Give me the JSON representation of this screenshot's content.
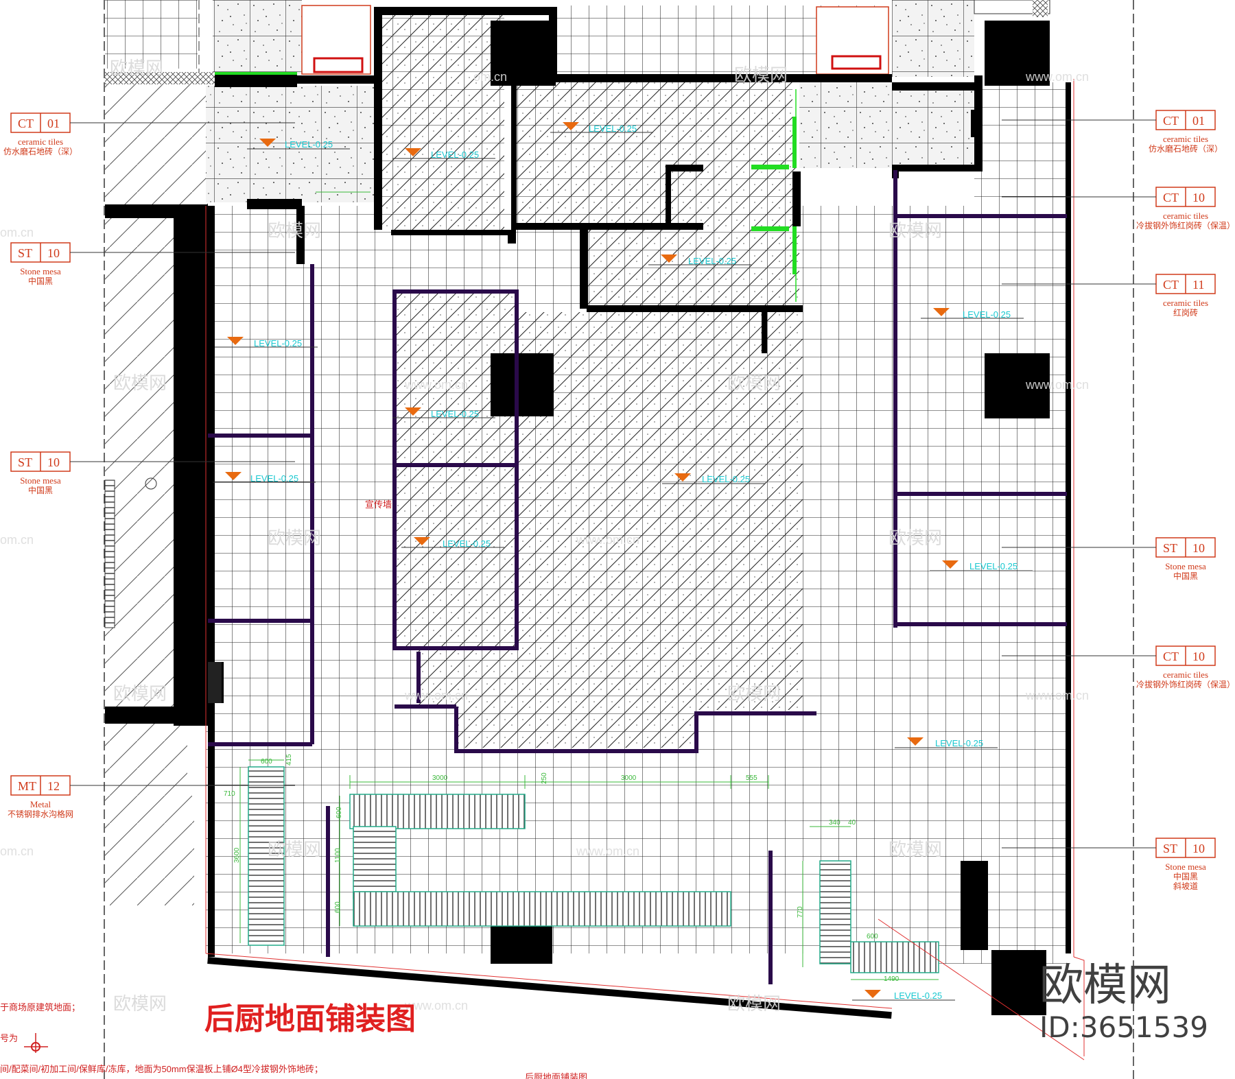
{
  "title": "后厨地面铺装图",
  "title_below": "后厨地面铺装图",
  "brand": {
    "name": "欧模网",
    "id": "ID:3651539"
  },
  "watermarks": {
    "site": "欧模网",
    "url": "www.om.cn",
    "url_partial": "om.cn"
  },
  "notes": {
    "line1": "于商场原建筑地面；",
    "line2": "号为",
    "line3": "间/配菜间/初加工间/保鲜库/冻库，地面为50mm保温板上铺Ø4型冷拔钢外饰地砖；"
  },
  "floor_level": "LEVEL-0.25",
  "room_label": "宣传墙",
  "dimensions": [
    "600",
    "415",
    "710",
    "3600",
    "3000",
    "3000",
    "250",
    "555",
    "600",
    "1100",
    "600",
    "340",
    "40",
    "770",
    "600",
    "1490"
  ],
  "callouts_left": [
    {
      "code": "CT",
      "num": "01",
      "en": "ceramic tiles",
      "cn": "仿水磨石地砖（深）",
      "cn2": ""
    },
    {
      "code": "ST",
      "num": "10",
      "en": "Stone mesa",
      "cn": "中国黑",
      "cn2": ""
    },
    {
      "code": "ST",
      "num": "10",
      "en": "Stone mesa",
      "cn": "中国黑",
      "cn2": ""
    },
    {
      "code": "MT",
      "num": "12",
      "en": "Metal",
      "cn": "不锈钢排水沟格网",
      "cn2": ""
    }
  ],
  "callouts_right": [
    {
      "code": "CT",
      "num": "01",
      "en": "ceramic tiles",
      "cn": "仿水磨石地砖（深）",
      "cn2": ""
    },
    {
      "code": "CT",
      "num": "10",
      "en": "ceramic tiles",
      "cn": "冷拔钢外饰红岗砖（保温）",
      "cn2": ""
    },
    {
      "code": "CT",
      "num": "11",
      "en": "ceramic tiles",
      "cn": "红岗砖",
      "cn2": ""
    },
    {
      "code": "ST",
      "num": "10",
      "en": "Stone mesa",
      "cn": "中国黑",
      "cn2": ""
    },
    {
      "code": "CT",
      "num": "10",
      "en": "ceramic tiles",
      "cn": "冷拔钢外饰红岗砖（保温）",
      "cn2": ""
    },
    {
      "code": "ST",
      "num": "10",
      "en": "Stone mesa",
      "cn": "中国黑",
      "cn2": "斜坡道"
    }
  ],
  "colors": {
    "wall": "#000000",
    "accent": "#d03a1a",
    "level": "#18c8d0",
    "dimension": "#3ab83a",
    "partition": "#6a1a9a",
    "title": "#e02020"
  }
}
